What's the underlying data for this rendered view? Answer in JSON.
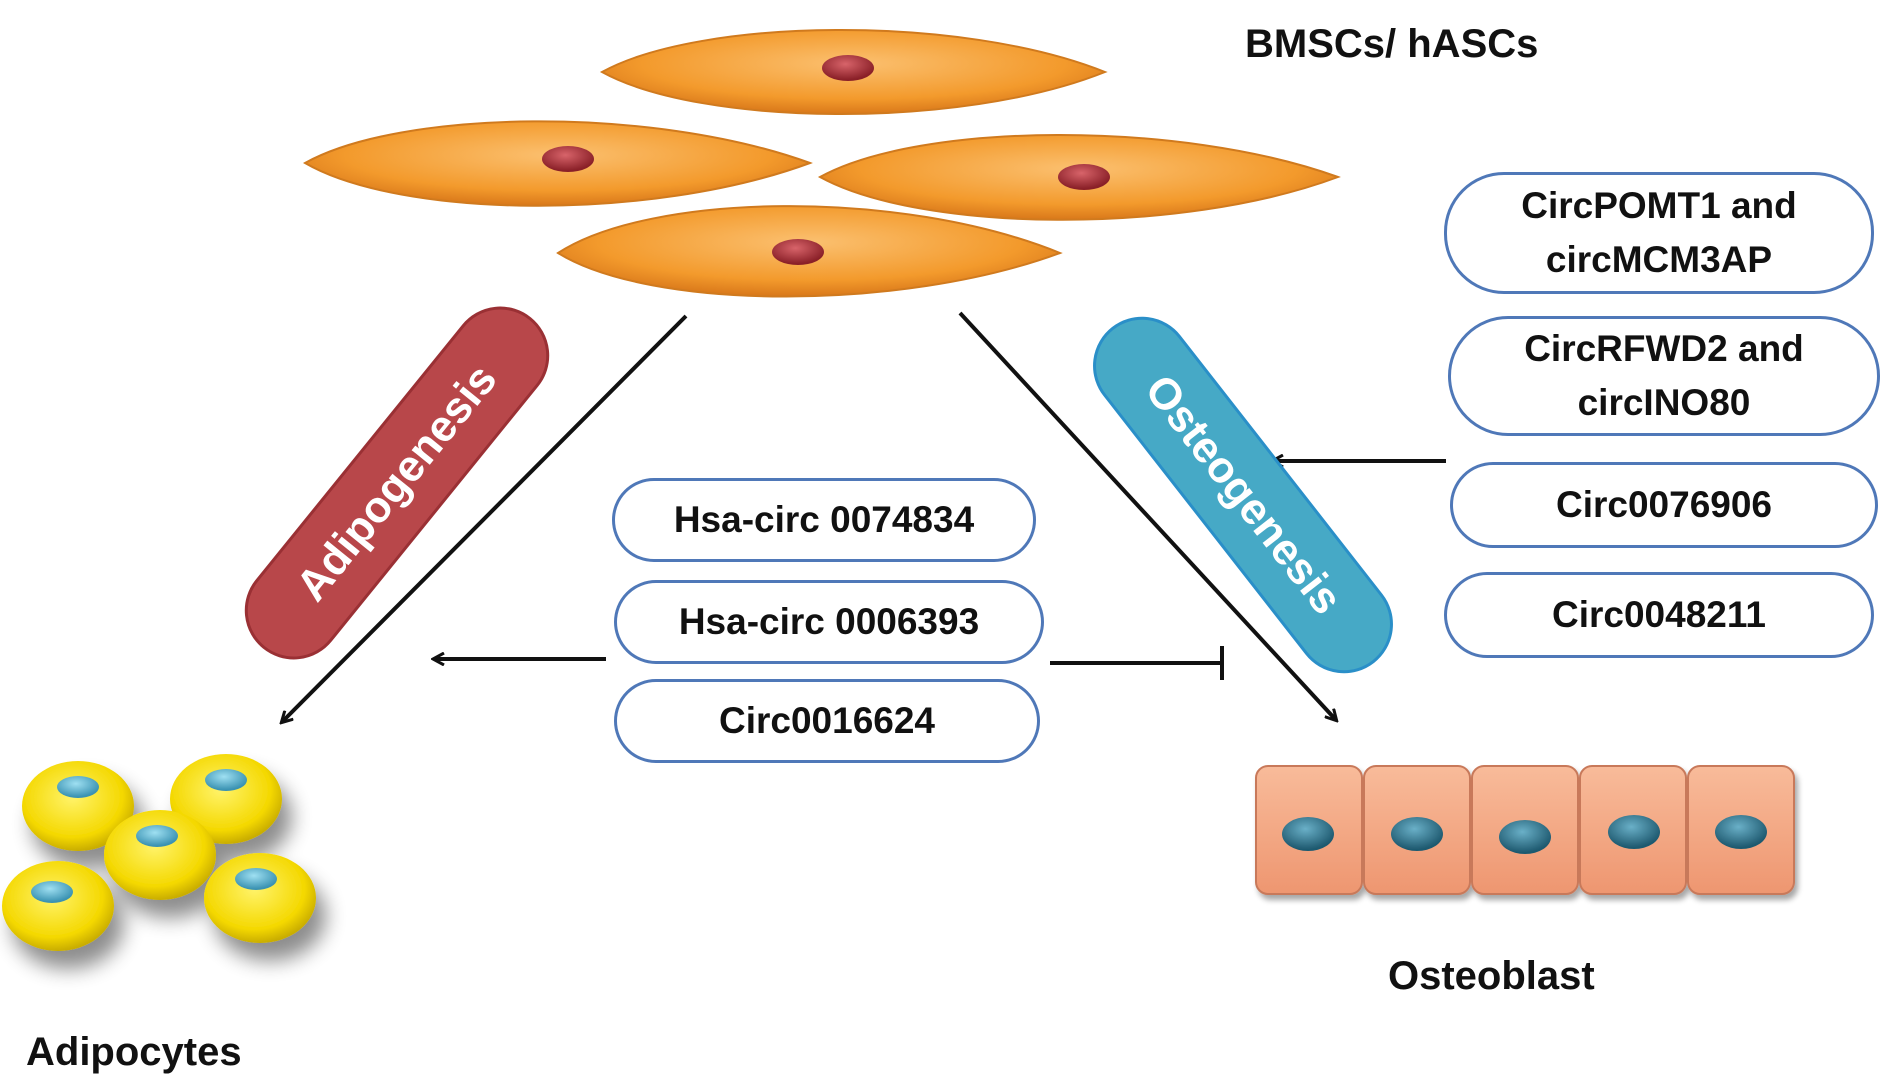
{
  "colors": {
    "cell_body": "#f39a2c",
    "cell_nucleus": "#a8323c",
    "adipocyte": "#f4d800",
    "adipocyte_nucleus": "#4aa6c4",
    "osteoblast": "#f2a27a",
    "osteoblast_nucleus": "#2d6f86",
    "adipogenesis_band": "#b8474a",
    "osteogenesis_band": "#46a9c6",
    "pill_border": "#4f78b8"
  },
  "labels": {
    "stem_cells": "BMSCs/ hASCs",
    "adipocytes": "Adipocytes",
    "osteoblast": "Osteoblast",
    "adipogenesis": "Adipogenesis",
    "osteogenesis": "Osteogenesis"
  },
  "center_circrnas": [
    {
      "text": "Hsa-circ 0074834"
    },
    {
      "text": "Hsa-circ 0006393"
    },
    {
      "text": "Circ0016624"
    }
  ],
  "right_circrnas": [
    {
      "line1": "CircPOMT1 and",
      "line2": "circMCM3AP"
    },
    {
      "line1": "CircRFWD2 and",
      "line2": "circINO80"
    },
    {
      "line1": "Circ0076906",
      "line2": ""
    },
    {
      "line1": "Circ0048211",
      "line2": ""
    }
  ]
}
